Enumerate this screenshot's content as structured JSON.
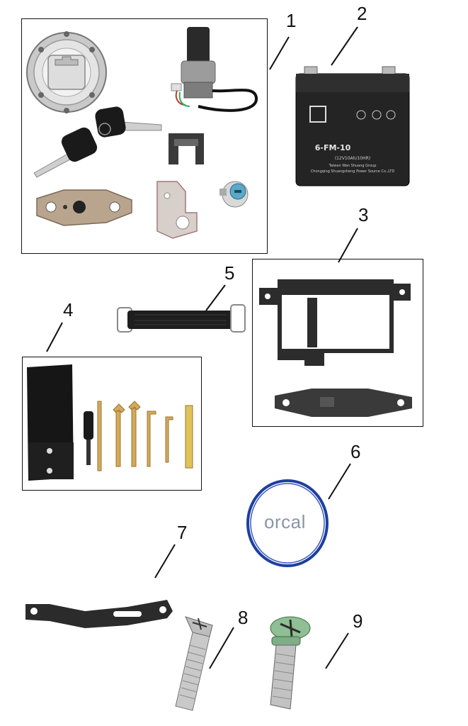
{
  "callouts": [
    {
      "id": "1",
      "label": "1"
    },
    {
      "id": "2",
      "label": "2"
    },
    {
      "id": "3",
      "label": "3"
    },
    {
      "id": "4",
      "label": "4"
    },
    {
      "id": "5",
      "label": "5"
    },
    {
      "id": "6",
      "label": "6"
    },
    {
      "id": "7",
      "label": "7"
    },
    {
      "id": "8",
      "label": "8"
    },
    {
      "id": "9",
      "label": "9"
    }
  ],
  "battery": {
    "model": "6-FM-10",
    "spec": "(12V10Ah/10HR)",
    "maker_line1": "Taiwan Wan Shuang Group",
    "maker_line2": "Chongqing Shuangsheng Power Source Co.,LTD"
  },
  "oring": {
    "brand": "orcal"
  },
  "colors": {
    "line": "#111111",
    "oring": "#1d3f9e",
    "metal": "#9a9a9a",
    "dark": "#1a1a1a"
  }
}
